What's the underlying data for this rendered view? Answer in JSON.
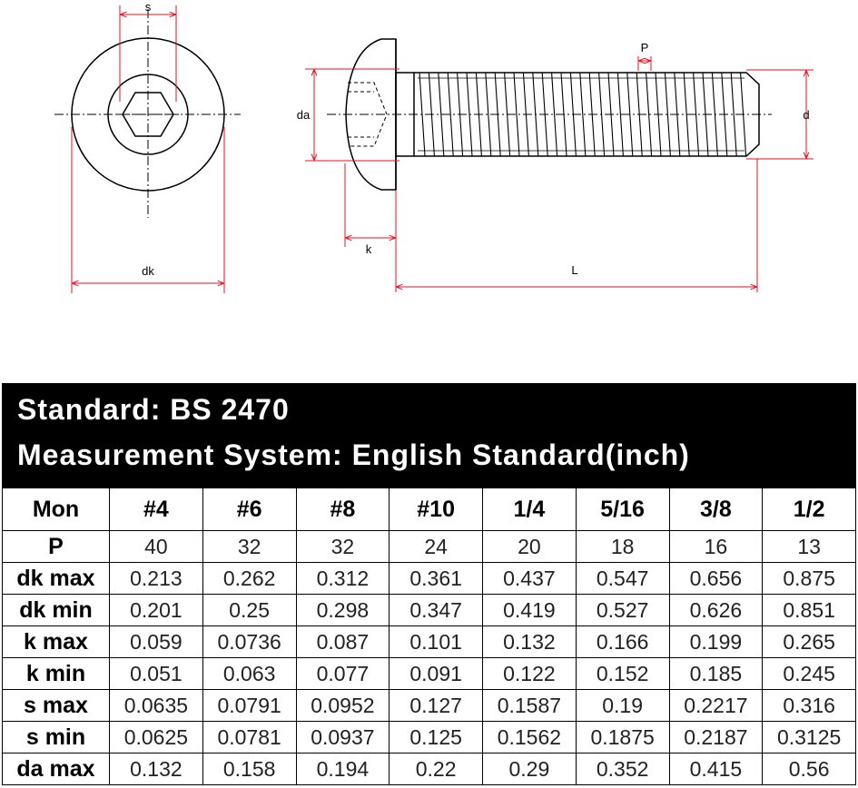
{
  "diagram": {
    "labels": {
      "s": "s",
      "dk": "dk",
      "da": "da",
      "k": "k",
      "P": "P",
      "L": "L",
      "d": "d"
    },
    "colors": {
      "dimension": "#e8101e",
      "outline": "#000000",
      "centerline": "#000000"
    }
  },
  "spec": {
    "standard": "Standard: BS 2470",
    "measurement": "Measurement System: English Standard(inch)",
    "table": {
      "corner": "Mon",
      "columns": [
        "#4",
        "#6",
        "#8",
        "#10",
        "1/4",
        "5/16",
        "3/8",
        "1/2"
      ],
      "rows": [
        {
          "label": "P",
          "values": [
            "40",
            "32",
            "32",
            "24",
            "20",
            "18",
            "16",
            "13"
          ]
        },
        {
          "label": "dk max",
          "values": [
            "0.213",
            "0.262",
            "0.312",
            "0.361",
            "0.437",
            "0.547",
            "0.656",
            "0.875"
          ]
        },
        {
          "label": "dk min",
          "values": [
            "0.201",
            "0.25",
            "0.298",
            "0.347",
            "0.419",
            "0.527",
            "0.626",
            "0.851"
          ]
        },
        {
          "label": "k max",
          "values": [
            "0.059",
            "0.0736",
            "0.087",
            "0.101",
            "0.132",
            "0.166",
            "0.199",
            "0.265"
          ]
        },
        {
          "label": "k min",
          "values": [
            "0.051",
            "0.063",
            "0.077",
            "0.091",
            "0.122",
            "0.152",
            "0.185",
            "0.245"
          ]
        },
        {
          "label": "s max",
          "values": [
            "0.0635",
            "0.0791",
            "0.0952",
            "0.127",
            "0.1587",
            "0.19",
            "0.2217",
            "0.316"
          ]
        },
        {
          "label": "s min",
          "values": [
            "0.0625",
            "0.0781",
            "0.0937",
            "0.125",
            "0.1562",
            "0.1875",
            "0.2187",
            "0.3125"
          ]
        },
        {
          "label": "da max",
          "values": [
            "0.132",
            "0.158",
            "0.194",
            "0.22",
            "0.29",
            "0.352",
            "0.415",
            "0.56"
          ]
        }
      ]
    }
  }
}
